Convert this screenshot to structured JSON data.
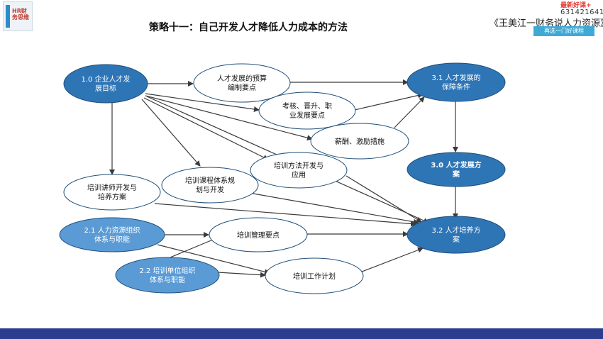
{
  "header": {
    "title": "策略十一：自己开发人才降低人力成本的方法",
    "course": "《王美江一财务说人力资源》",
    "logo_text": "HR财务思维",
    "promo": {
      "tag": "最新好课+",
      "number": "631421641",
      "band": "再选一门好课程"
    }
  },
  "diagram": {
    "nodes": {
      "n10": {
        "l1": "1.0  企业人才发",
        "l2": "展目标"
      },
      "nbudget": {
        "l1": "人才发展的预算",
        "l2": "编制要点"
      },
      "neval": {
        "l1": "考核、晋升、职",
        "l2": "业发展要点"
      },
      "npay": {
        "l1": "薪酬、激励措施",
        "l2": ""
      },
      "nmethod": {
        "l1": "培训方法开发与",
        "l2": "应用"
      },
      "n31": {
        "l1": "3.1  人才发展的",
        "l2": "保障条件"
      },
      "n30": {
        "l1": "3.0   人才发展方",
        "l2": "案"
      },
      "nteacher": {
        "l1": "培训讲师开发与",
        "l2": "培养方案"
      },
      "ncourse": {
        "l1": "培训课程体系规",
        "l2": "划与开发"
      },
      "n21": {
        "l1": "2.1  人力资源组织",
        "l2": "体系与职能"
      },
      "nmgmt": {
        "l1": "培训管理要点",
        "l2": ""
      },
      "n32": {
        "l1": "3.2  人才培养方",
        "l2": "案"
      },
      "n22": {
        "l1": "2.2  培训单位组织",
        "l2": "体系与职能"
      },
      "nplan": {
        "l1": "培训工作计划",
        "l2": ""
      }
    }
  },
  "colors": {
    "node_fill_dark": "#2e75b6",
    "node_fill_light": "#5b9bd5",
    "node_stroke": "#1f4e79",
    "arrow": "#3a3a3a",
    "bottom_bar": "#2a3d8f"
  }
}
